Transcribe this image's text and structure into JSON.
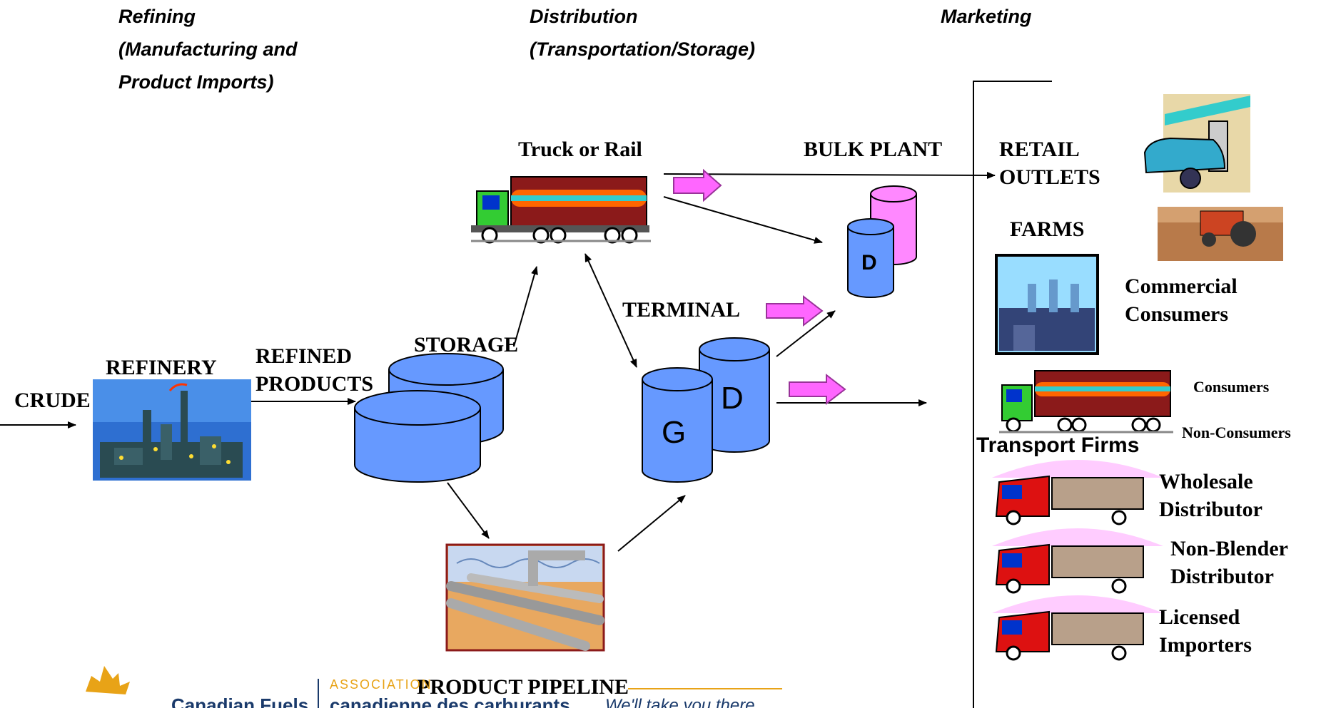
{
  "headers": {
    "refining": [
      "Refining",
      "(Manufacturing and",
      "Product Imports)"
    ],
    "distribution": [
      "Distribution",
      "(Transportation/Storage)"
    ],
    "marketing": "Marketing"
  },
  "nodes": {
    "crude": "CRUDE",
    "refinery": "REFINERY",
    "refined_products": [
      "REFINED",
      "PRODUCTS"
    ],
    "storage": "STORAGE",
    "truck_or_rail": "Truck or Rail",
    "terminal": "TERMINAL",
    "bulk_plant": "BULK PLANT",
    "product_pipeline": "PRODUCT PIPELINE",
    "tank_g": "G",
    "tank_d": "D",
    "bulk_tank_d": "D"
  },
  "marketing": {
    "retail_outlets": [
      "RETAIL",
      "OUTLETS"
    ],
    "farms": "FARMS",
    "commercial_consumers": [
      "Commercial",
      "Consumers"
    ],
    "consumers": "Consumers",
    "non_consumers": "Non-Consumers",
    "transport_firms": "Transport Firms",
    "wholesale_distributor": [
      "Wholesale",
      "Distributor"
    ],
    "non_blender_distributor": [
      "Non-Blender",
      "Distributor"
    ],
    "licensed_importers": [
      "Licensed",
      "Importers"
    ]
  },
  "logo": {
    "association": "ASSOCIATION",
    "name_en": "Canadian Fuels",
    "name_fr": "canadienne des carburants",
    "tagline": "We'll take you there"
  },
  "colors": {
    "tank_blue": "#6699ff",
    "tank_pink": "#ff88ff",
    "arrow_magenta": "#ff66ff",
    "truck_body": "#8b1a1a",
    "truck_stripe": "#ff6600",
    "truck_teal": "#33cccc",
    "cab_green": "#33cc33",
    "cab_blue": "#0033cc",
    "tanker_red": "#dd1111",
    "logo_gold": "#e8a317",
    "logo_navy": "#1a3a6b"
  }
}
